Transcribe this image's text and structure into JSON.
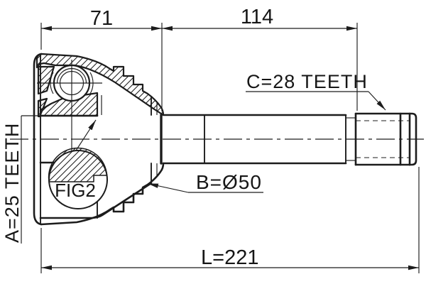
{
  "drawing": {
    "type": "technical-drawing",
    "subject": "cv-joint-drive-shaft-cross-section",
    "ink_color": "#1c1c1c",
    "background_color": "#ffffff",
    "labels": {
      "segment_left": "71",
      "segment_right": "114",
      "teeth_c": "C=28 TEETH",
      "diameter_b": "B=Ø50",
      "teeth_a": "A=25 TEETH",
      "figure_ref": "FIG2",
      "overall_length": "L=221"
    },
    "values": {
      "a_teeth": 25,
      "b_diameter_mm": 50,
      "c_teeth": 28,
      "segment_left_mm": 71,
      "segment_right_mm": 114,
      "overall_length_mm": 221
    }
  }
}
